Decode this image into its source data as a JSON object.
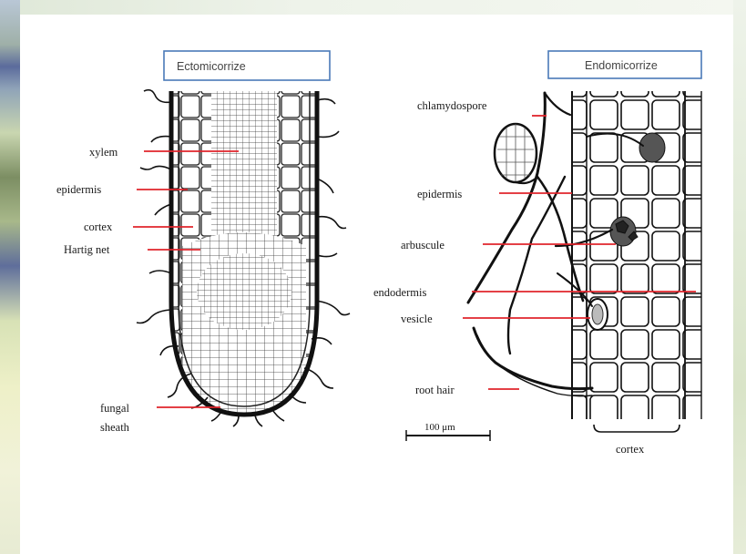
{
  "ecto": {
    "title": "Ectomicorrize",
    "labels": {
      "xylem": "xylem",
      "epidermis": "epidermis",
      "cortex": "cortex",
      "hartig": "Hartig net",
      "fungal1": "fungal",
      "fungal2": "sheath"
    }
  },
  "endo": {
    "title": "Endomicorrize",
    "labels": {
      "chlamydospore": "chlamydospore",
      "epidermis": "epidermis",
      "arbuscule": "arbuscule",
      "endodermis": "endodermis",
      "vesicle": "vesicle",
      "roothair": "root hair",
      "scale": "100 μm",
      "cortex": "cortex"
    }
  },
  "colors": {
    "leader": "#e0242c",
    "title_border": "#4a7ab8",
    "ink": "#1a1a1a"
  }
}
